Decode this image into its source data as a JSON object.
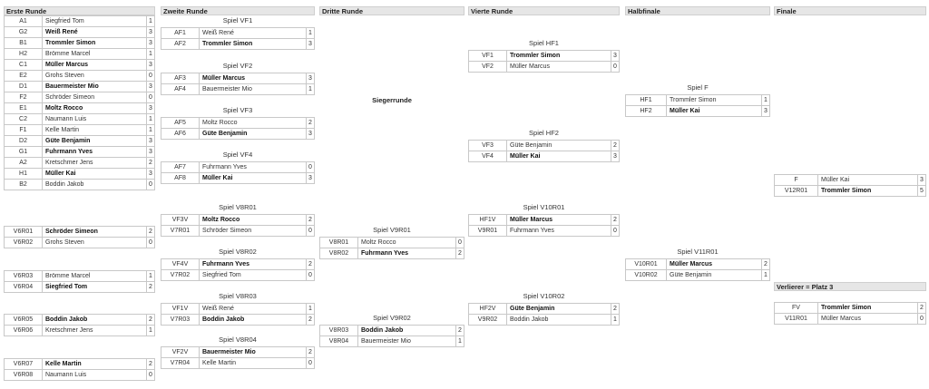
{
  "columns": [
    "Erste Runde",
    "Zweite Runde",
    "Dritte Runde",
    "Vierte Runde",
    "Halbfinale",
    "Finale"
  ],
  "siegerrunde_label": "Siegerrunde",
  "verlierer_label": "Verlierer = Platz 3",
  "round1": {
    "rows": [
      {
        "code": "A1",
        "name": "Siegfried Tom",
        "score": "1",
        "win": false
      },
      {
        "code": "G2",
        "name": "Weiß René",
        "score": "3",
        "win": true
      },
      {
        "code": "B1",
        "name": "Trommler Simon",
        "score": "3",
        "win": true
      },
      {
        "code": "H2",
        "name": "Brömme Marcel",
        "score": "1",
        "win": false
      },
      {
        "code": "C1",
        "name": "Müller Marcus",
        "score": "3",
        "win": true
      },
      {
        "code": "E2",
        "name": "Grohs Steven",
        "score": "0",
        "win": false
      },
      {
        "code": "D1",
        "name": "Bauermeister Mio",
        "score": "3",
        "win": true
      },
      {
        "code": "F2",
        "name": "Schröder Simeon",
        "score": "0",
        "win": false
      },
      {
        "code": "E1",
        "name": "Moltz Rocco",
        "score": "3",
        "win": true
      },
      {
        "code": "C2",
        "name": "Naumann Luis",
        "score": "1",
        "win": false
      },
      {
        "code": "F1",
        "name": "Kelle Martin",
        "score": "1",
        "win": false
      },
      {
        "code": "D2",
        "name": "Güte Benjamin",
        "score": "3",
        "win": true
      },
      {
        "code": "G1",
        "name": "Fuhrmann Yves",
        "score": "3",
        "win": true
      },
      {
        "code": "A2",
        "name": "Kretschmer Jens",
        "score": "2",
        "win": false
      },
      {
        "code": "H1",
        "name": "Müller Kai",
        "score": "3",
        "win": true
      },
      {
        "code": "B2",
        "name": "Boddin Jakob",
        "score": "0",
        "win": false
      }
    ],
    "loser_pairs": [
      [
        {
          "code": "V6R01",
          "name": "Schröder Simeon",
          "score": "2",
          "win": true
        },
        {
          "code": "V6R02",
          "name": "Grohs Steven",
          "score": "0",
          "win": false
        }
      ],
      [
        {
          "code": "V6R03",
          "name": "Brömme Marcel",
          "score": "1",
          "win": false
        },
        {
          "code": "V6R04",
          "name": "Siegfried Tom",
          "score": "2",
          "win": true
        }
      ],
      [
        {
          "code": "V6R05",
          "name": "Boddin Jakob",
          "score": "2",
          "win": true
        },
        {
          "code": "V6R06",
          "name": "Kretschmer Jens",
          "score": "1",
          "win": false
        }
      ],
      [
        {
          "code": "V6R07",
          "name": "Kelle Martin",
          "score": "2",
          "win": true
        },
        {
          "code": "V6R08",
          "name": "Naumann Luis",
          "score": "0",
          "win": false
        }
      ]
    ]
  },
  "round2": [
    {
      "title": "Spiel VF1",
      "rows": [
        {
          "code": "AF1",
          "name": "Weiß René",
          "score": "1",
          "win": false
        },
        {
          "code": "AF2",
          "name": "Trommler Simon",
          "score": "3",
          "win": true
        }
      ]
    },
    {
      "title": "Spiel VF2",
      "rows": [
        {
          "code": "AF3",
          "name": "Müller Marcus",
          "score": "3",
          "win": true
        },
        {
          "code": "AF4",
          "name": "Bauermeister Mio",
          "score": "1",
          "win": false
        }
      ]
    },
    {
      "title": "Spiel VF3",
      "rows": [
        {
          "code": "AF5",
          "name": "Moltz Rocco",
          "score": "2",
          "win": false
        },
        {
          "code": "AF6",
          "name": "Güte Benjamin",
          "score": "3",
          "win": true
        }
      ]
    },
    {
      "title": "Spiel VF4",
      "rows": [
        {
          "code": "AF7",
          "name": "Fuhrmann Yves",
          "score": "0",
          "win": false
        },
        {
          "code": "AF8",
          "name": "Müller Kai",
          "score": "3",
          "win": true
        }
      ]
    },
    {
      "title": "Spiel V8R01",
      "rows": [
        {
          "code": "VF3V",
          "name": "Moltz Rocco",
          "score": "2",
          "win": true
        },
        {
          "code": "V7R01",
          "name": "Schröder Simeon",
          "score": "0",
          "win": false
        }
      ]
    },
    {
      "title": "Spiel V8R02",
      "rows": [
        {
          "code": "VF4V",
          "name": "Fuhrmann Yves",
          "score": "2",
          "win": true
        },
        {
          "code": "V7R02",
          "name": "Siegfried Tom",
          "score": "0",
          "win": false
        }
      ]
    },
    {
      "title": "Spiel V8R03",
      "rows": [
        {
          "code": "VF1V",
          "name": "Weiß René",
          "score": "1",
          "win": false
        },
        {
          "code": "V7R03",
          "name": "Boddin Jakob",
          "score": "2",
          "win": true
        }
      ]
    },
    {
      "title": "Spiel V8R04",
      "rows": [
        {
          "code": "VF2V",
          "name": "Bauermeister Mio",
          "score": "2",
          "win": true
        },
        {
          "code": "V7R04",
          "name": "Kelle Martin",
          "score": "0",
          "win": false
        }
      ]
    }
  ],
  "round3": [
    {
      "title": "Spiel V9R01",
      "rows": [
        {
          "code": "V8R01",
          "name": "Moltz Rocco",
          "score": "0",
          "win": false
        },
        {
          "code": "V8R02",
          "name": "Fuhrmann Yves",
          "score": "2",
          "win": true
        }
      ]
    },
    {
      "title": "Spiel V9R02",
      "rows": [
        {
          "code": "V8R03",
          "name": "Boddin Jakob",
          "score": "2",
          "win": true
        },
        {
          "code": "V8R04",
          "name": "Bauermeister Mio",
          "score": "1",
          "win": false
        }
      ]
    }
  ],
  "round4": [
    {
      "title": "Spiel HF1",
      "rows": [
        {
          "code": "VF1",
          "name": "Trommler Simon",
          "score": "3",
          "win": true
        },
        {
          "code": "VF2",
          "name": "Müller Marcus",
          "score": "0",
          "win": false
        }
      ]
    },
    {
      "title": "Spiel HF2",
      "rows": [
        {
          "code": "VF3",
          "name": "Güte Benjamin",
          "score": "2",
          "win": false
        },
        {
          "code": "VF4",
          "name": "Müller Kai",
          "score": "3",
          "win": true
        }
      ]
    },
    {
      "title": "Spiel V10R01",
      "rows": [
        {
          "code": "HF1V",
          "name": "Müller Marcus",
          "score": "2",
          "win": true
        },
        {
          "code": "V9R01",
          "name": "Fuhrmann Yves",
          "score": "0",
          "win": false
        }
      ]
    },
    {
      "title": "Spiel V10R02",
      "rows": [
        {
          "code": "HF2V",
          "name": "Güte Benjamin",
          "score": "2",
          "win": true
        },
        {
          "code": "V9R02",
          "name": "Boddin Jakob",
          "score": "1",
          "win": false
        }
      ]
    }
  ],
  "halbfinale": [
    {
      "title": "Spiel F",
      "rows": [
        {
          "code": "HF1",
          "name": "Trommler Simon",
          "score": "1",
          "win": false
        },
        {
          "code": "HF2",
          "name": "Müller Kai",
          "score": "3",
          "win": true
        }
      ]
    },
    {
      "title": "Spiel V11R01",
      "rows": [
        {
          "code": "V10R01",
          "name": "Müller Marcus",
          "score": "2",
          "win": true
        },
        {
          "code": "V10R02",
          "name": "Güte Benjamin",
          "score": "1",
          "win": false
        }
      ]
    }
  ],
  "finale": [
    {
      "title": "",
      "rows": [
        {
          "code": "F",
          "name": "Müller Kai",
          "score": "3",
          "win": false
        },
        {
          "code": "V12R01",
          "name": "Trommler Simon",
          "score": "5",
          "win": true
        }
      ]
    },
    {
      "title": "",
      "rows": [
        {
          "code": "FV",
          "name": "Trommler Simon",
          "score": "2",
          "win": true
        },
        {
          "code": "V11R01",
          "name": "Müller Marcus",
          "score": "0",
          "win": false
        }
      ]
    }
  ]
}
